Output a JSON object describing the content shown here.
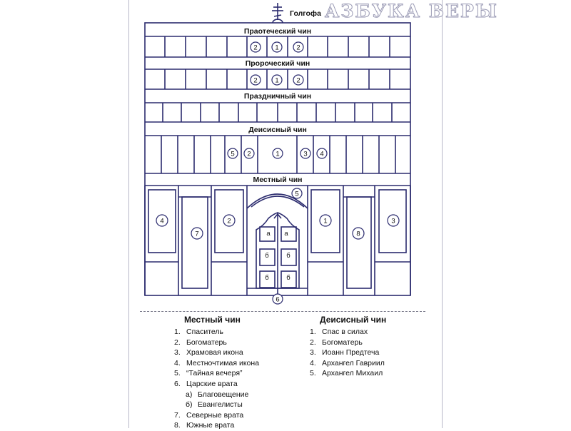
{
  "colors": {
    "line": "#2b2b6e",
    "text": "#111111"
  },
  "top": {
    "cross_label": "Голгофа",
    "watermark": "АЗБУКА ВЕРЫ"
  },
  "tiers": {
    "praotecheskiy": "Праотеческий чин",
    "prorocheskiy": "Пророческий чин",
    "prazdnichny": "Праздничный чин",
    "deisusny": "Деисисный чин",
    "mestny": "Местный чин"
  },
  "markers": {
    "one": "1",
    "two": "2",
    "three": "3",
    "four": "4",
    "five": "5",
    "six": "6",
    "seven": "7",
    "eight": "8",
    "a": "а",
    "b": "б"
  },
  "legend_mestny": {
    "title": "Местный чин",
    "items": [
      {
        "num": "1.",
        "text": "Спаситель"
      },
      {
        "num": "2.",
        "text": "Богоматерь"
      },
      {
        "num": "3.",
        "text": "Храмовая икона"
      },
      {
        "num": "4.",
        "text": "Местночтимая икона"
      },
      {
        "num": "5.",
        "text": "“Тайная вечеря”"
      },
      {
        "num": "6.",
        "text": "Царские врата"
      },
      {
        "num": "а)",
        "text": "Благовещение"
      },
      {
        "num": "б)",
        "text": "Евангелисты"
      },
      {
        "num": "7.",
        "text": "Северные врата"
      },
      {
        "num": "8.",
        "text": "Южные врата"
      }
    ]
  },
  "legend_deisusny": {
    "title": "Деисисный чин",
    "items": [
      {
        "num": "1.",
        "text": "Спас в силах"
      },
      {
        "num": "2.",
        "text": "Богоматерь"
      },
      {
        "num": "3.",
        "text": "Иоанн Предтеча"
      },
      {
        "num": "4.",
        "text": "Архангел Гавриил"
      },
      {
        "num": "5.",
        "text": "Архангел Михаил"
      }
    ]
  }
}
